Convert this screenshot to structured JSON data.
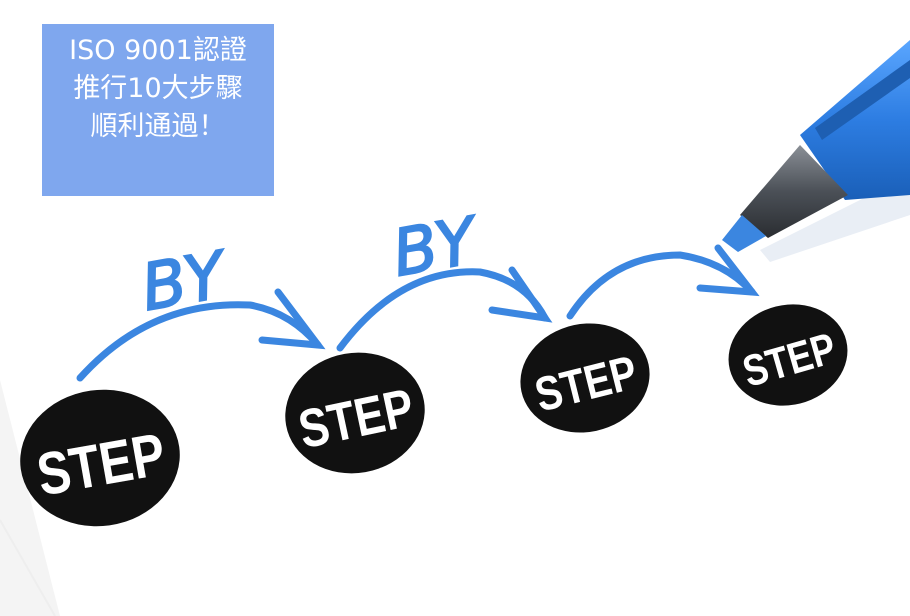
{
  "caption": {
    "lines": [
      "ISO 9001認證",
      "推行10大步驟",
      "順利通過！"
    ],
    "background_color": "#7fa7ee",
    "text_color": "#ffffff"
  },
  "illustration": {
    "step_label": "STEP",
    "connector_label": "BY",
    "arrow_color": "#3b86e0",
    "circle_color": "#111111",
    "pen_color": "#2f7fe0",
    "step_count": 4
  }
}
